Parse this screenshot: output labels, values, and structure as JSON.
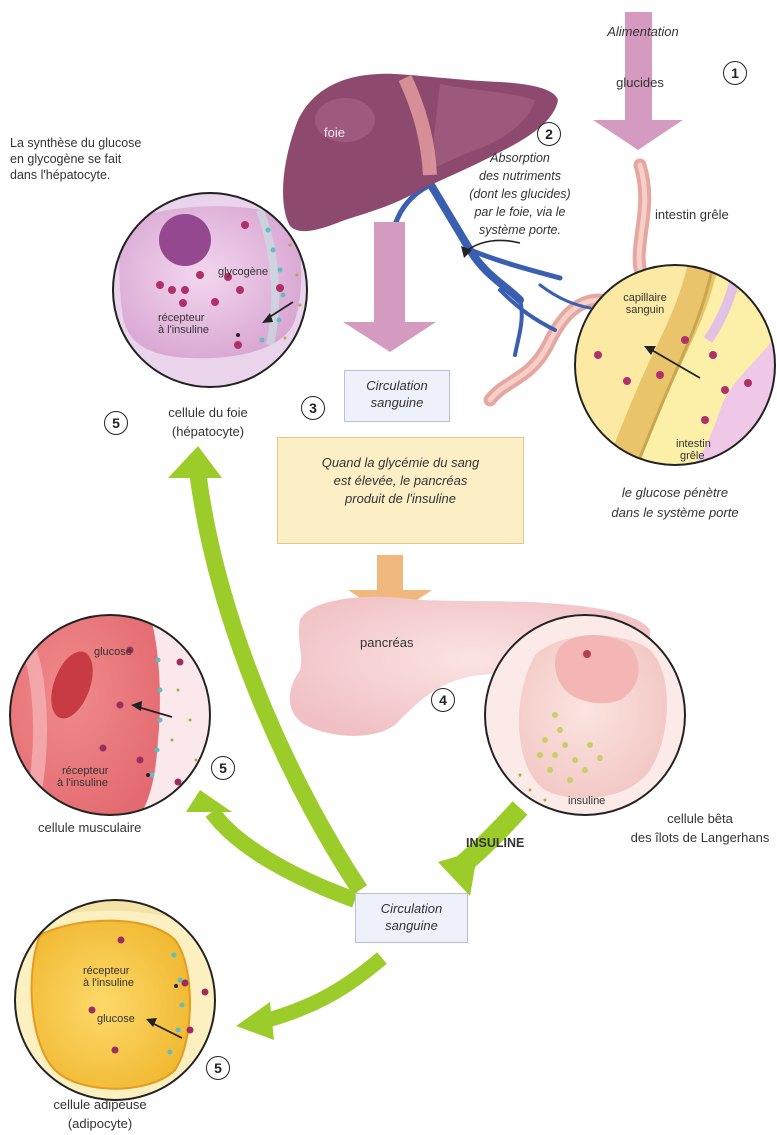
{
  "labels": {
    "alimentation": "Alimentation",
    "glucides": "glucides",
    "foie": "foie",
    "synthese": [
      "La synthèse du glucose",
      "en glycogène se fait",
      "dans l'hépatocyte."
    ],
    "absorption": [
      "Absorption",
      "des nutriments",
      "(dont les glucides)",
      "par le foie, via le",
      "système porte."
    ],
    "intestin_grele": "intestin grêle",
    "glycogene": "glycogène",
    "recepteur_foie": [
      "récepteur",
      "à l'insuline"
    ],
    "cellule_foie": [
      "cellule du foie",
      "(hépatocyte)"
    ],
    "capillaire": [
      "capillaire",
      "sanguin"
    ],
    "intestin_grele_zoom": [
      "intestin",
      "grêle"
    ],
    "glucose_penetre": [
      "le glucose pénètre",
      "dans le système porte"
    ],
    "circulation_1": [
      "Circulation",
      "sanguine"
    ],
    "glycemie": [
      "Quand la glycémie du sang",
      "est élevée, le pancréas",
      "produit de l'insuline"
    ],
    "pancreas": "pancréas",
    "glucose_muscle": "glucose",
    "recepteur_muscle": [
      "récepteur",
      "à l'insuline"
    ],
    "cellule_musculaire": "cellule musculaire",
    "insuline_small": "insuline",
    "cellule_beta": [
      "cellule bêta",
      "des îlots de Langerhans"
    ],
    "insuline_arrow": "INSULINE",
    "circulation_2": [
      "Circulation",
      "sanguine"
    ],
    "recepteur_adipo": [
      "récepteur",
      "à l'insuline"
    ],
    "glucose_adipo": "glucose",
    "cellule_adipeuse": [
      "cellule adipeuse",
      "(adipocyte)"
    ]
  },
  "steps": {
    "s1": "1",
    "s2": "2",
    "s3": "3",
    "s4": "4",
    "s5a": "5",
    "s5b": "5",
    "s5c": "5"
  },
  "colors": {
    "liver": "#8e4a6e",
    "pink_arrow": "#d49ac0",
    "orange_arrow": "#f0b070",
    "green_arrow": "#9ccc2a",
    "portal_vein": "#3a5fb0",
    "intestine": "#e8a8a0"
  }
}
